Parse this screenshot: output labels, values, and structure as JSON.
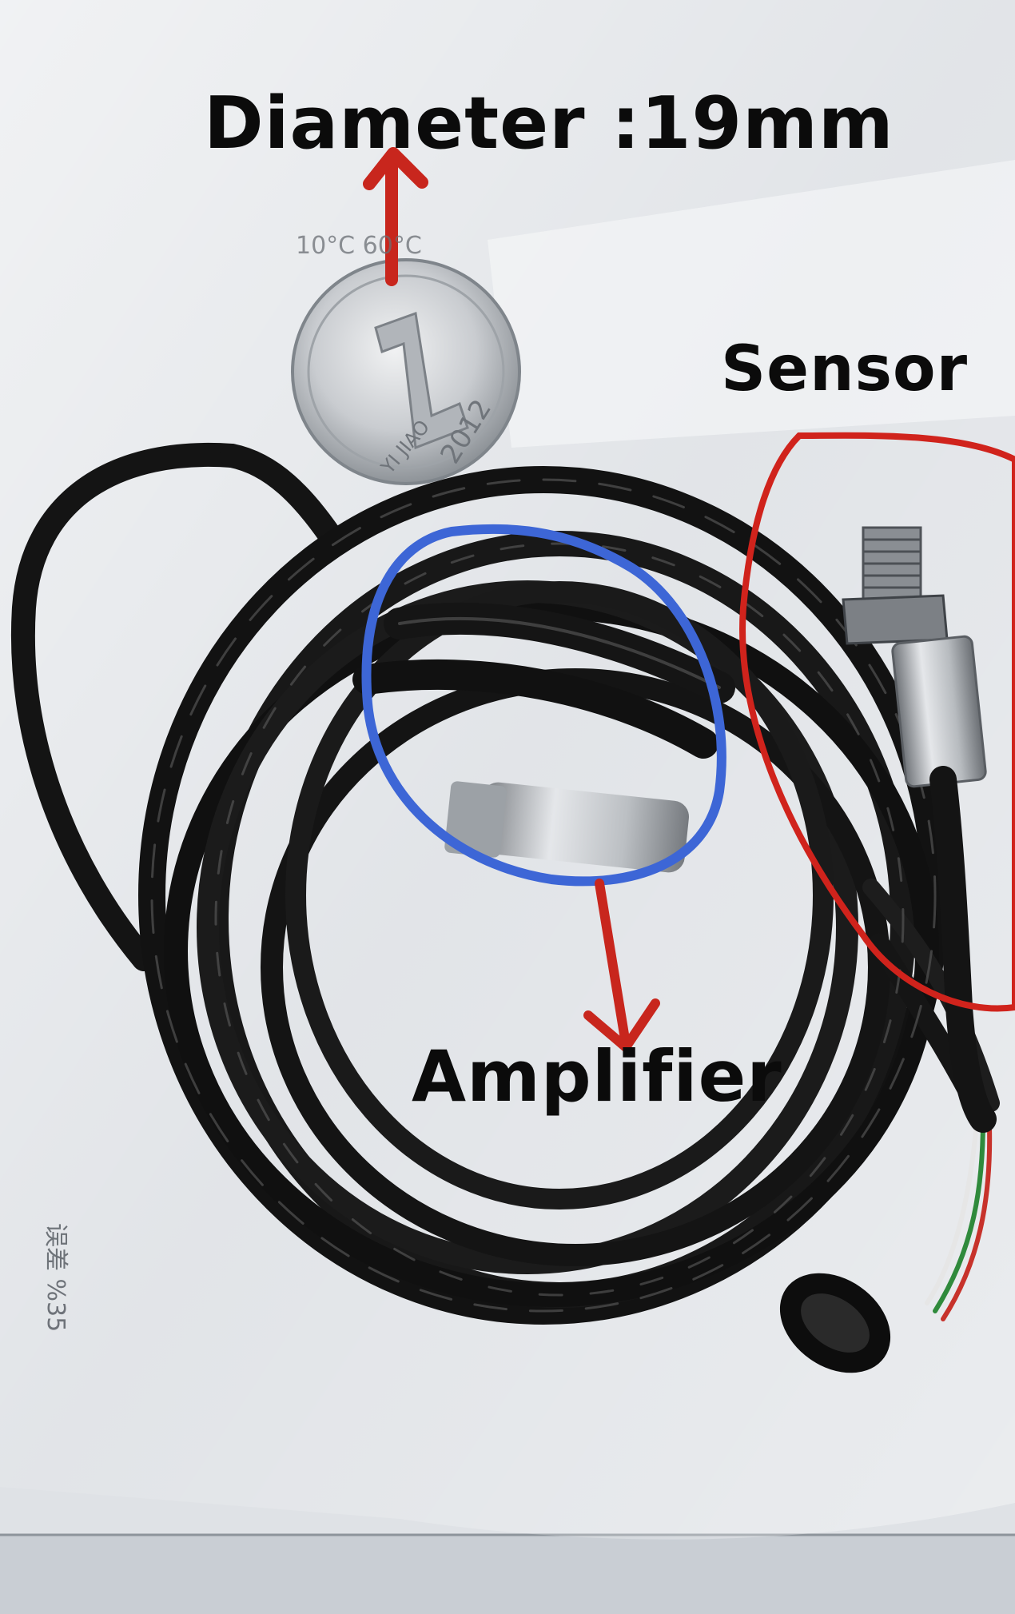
{
  "annotations": {
    "diameter_label": "Diameter :19mm",
    "sensor_label": "Sensor",
    "amplifier_label": "Amplifier",
    "sensor_circle_color": "#d0231c",
    "amplifier_circle_color": "#3d66d6",
    "arrow_color": "#c8261d"
  },
  "photo_text": {
    "package_print": "误差 %35",
    "package_temp": "10°C    60°C",
    "coin_year": "2012",
    "coin_denomination": "YI JIAO"
  },
  "icons": {
    "reference_object": "coin-icon",
    "sensor": "threaded-probe-icon",
    "cable": "coiled-cable-icon"
  }
}
